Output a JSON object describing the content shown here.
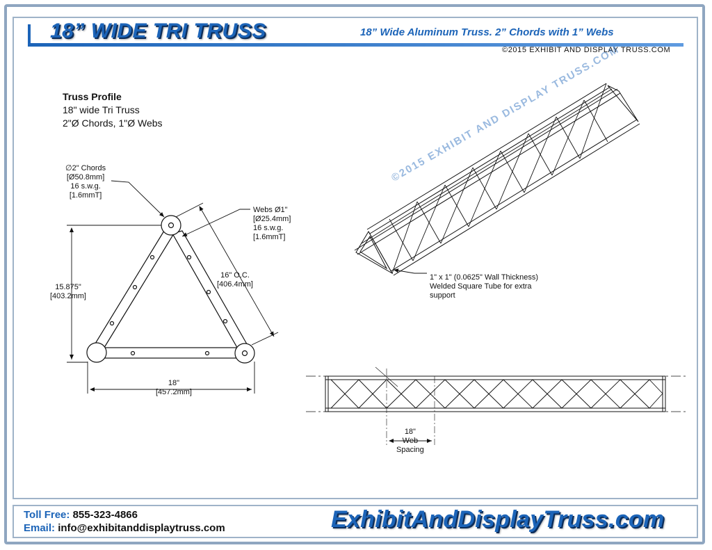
{
  "header": {
    "title": "18” WIDE TRI TRUSS",
    "subtitle": "18” Wide Aluminum Truss. 2” Chords with 1” Webs",
    "copyright": "©2015 EXHIBIT AND DISPLAY TRUSS.COM"
  },
  "profile": {
    "heading": "Truss Profile",
    "line1": "18\" wide Tri Truss",
    "line2": "2\"Ø Chords, 1\"Ø Webs"
  },
  "annotations": {
    "chords": [
      "∅2\" Chords",
      "[Ø50.8mm]",
      "16 s.w.g.",
      "[1.6mmT]"
    ],
    "webs": [
      "Webs Ø1\"",
      "[Ø25.4mm]",
      "16 s.w.g.",
      "[1.6mmT]"
    ],
    "height": [
      "15.875\"",
      "[403.2mm]"
    ],
    "oc": [
      "16\" O.C.",
      "[406.4mm]"
    ],
    "width": [
      "18\"",
      "[457.2mm]"
    ],
    "tube": [
      "1\" x 1\" (0.0625\" Wall Thickness)",
      "Welded Square Tube for extra",
      "support"
    ],
    "web_spacing": [
      "18\"",
      "Web",
      "Spacing"
    ]
  },
  "watermark": "©2015 EXHIBIT AND DISPLAY TRUSS.COM",
  "footer": {
    "toll_label": "Toll Free:",
    "toll_value": "855-323-4866",
    "email_label": "Email:",
    "email_value": "info@exhibitanddisplaytruss.com",
    "website": "ExhibitAndDisplayTruss.com"
  },
  "colors": {
    "brand_blue": "#1c64b8",
    "frame": "#8fa6c0"
  }
}
